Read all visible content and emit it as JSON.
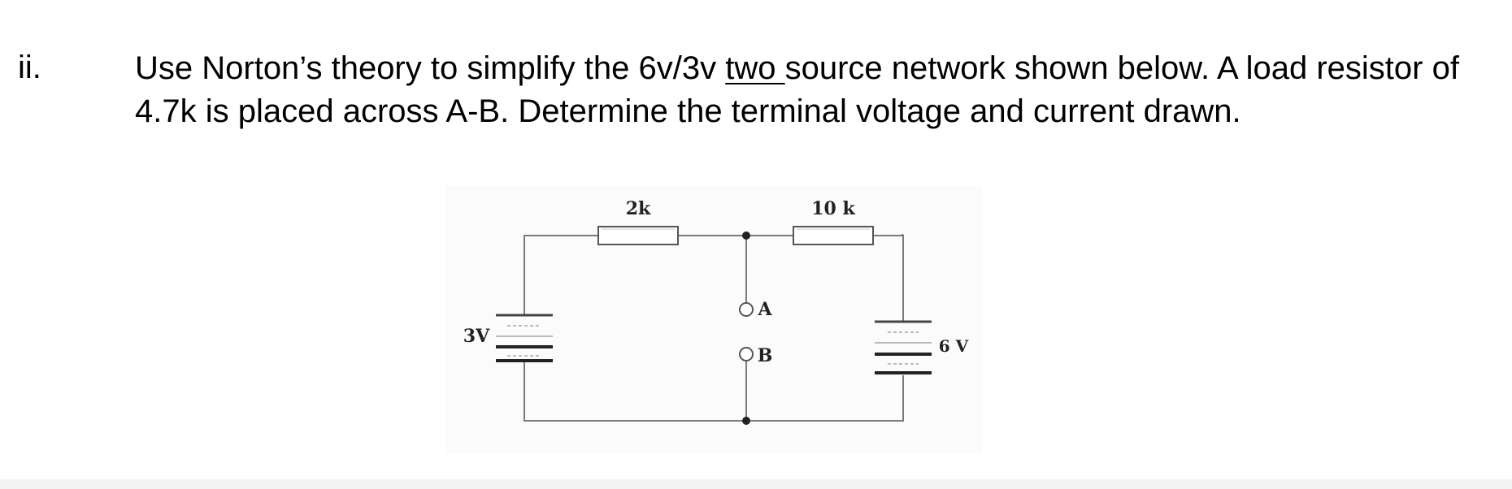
{
  "question": {
    "number": "ii.",
    "text_before": "Use Norton’s theory to simplify the 6v/3v ",
    "text_underlined": "two ",
    "text_after": "source network shown below. A load resistor of 4.7k is placed across A-B. Determine the terminal voltage and current drawn."
  },
  "circuit": {
    "resistor_left_label": "2k",
    "resistor_right_label": "10 k",
    "source_left_label": "3V",
    "source_right_label": "6 V",
    "terminal_a_label": "A",
    "terminal_b_label": "B",
    "wire_color": "#7a7a7a",
    "plate_color": "#222222"
  }
}
